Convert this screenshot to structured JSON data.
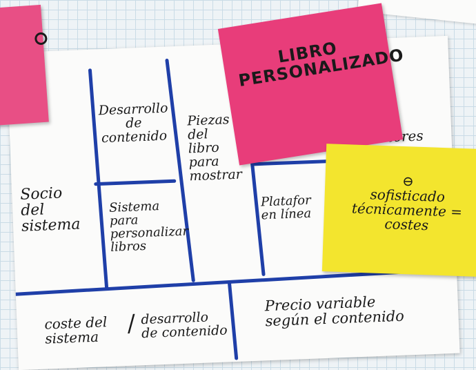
{
  "canvas_labels": {
    "socios": "Socio\ndel\nsistema",
    "actividades": "Desarrollo\nde\ncontenido",
    "recursos": "Sistema\npara\npersonalizar\nlibros",
    "propuesta": "Piezas\ndel\nlibro\npara\nmostrar",
    "canales": "Platafor\nen línea",
    "clientes": "lectores",
    "costes": "coste del\nsistema",
    "costes_b": "desarrollo\nde contenido",
    "ingresos": "Precio variable\nsegún el contenido"
  },
  "sticky_notes": {
    "pink_main": "LIBRO\nPERSONALIZADO",
    "yellow": "⊖\nsofisticado\ntécnicamente =\ncostes"
  },
  "colors": {
    "line_blue": "#1f3fa8",
    "pink": "#e83d7a",
    "yellow": "#f3e52e"
  }
}
